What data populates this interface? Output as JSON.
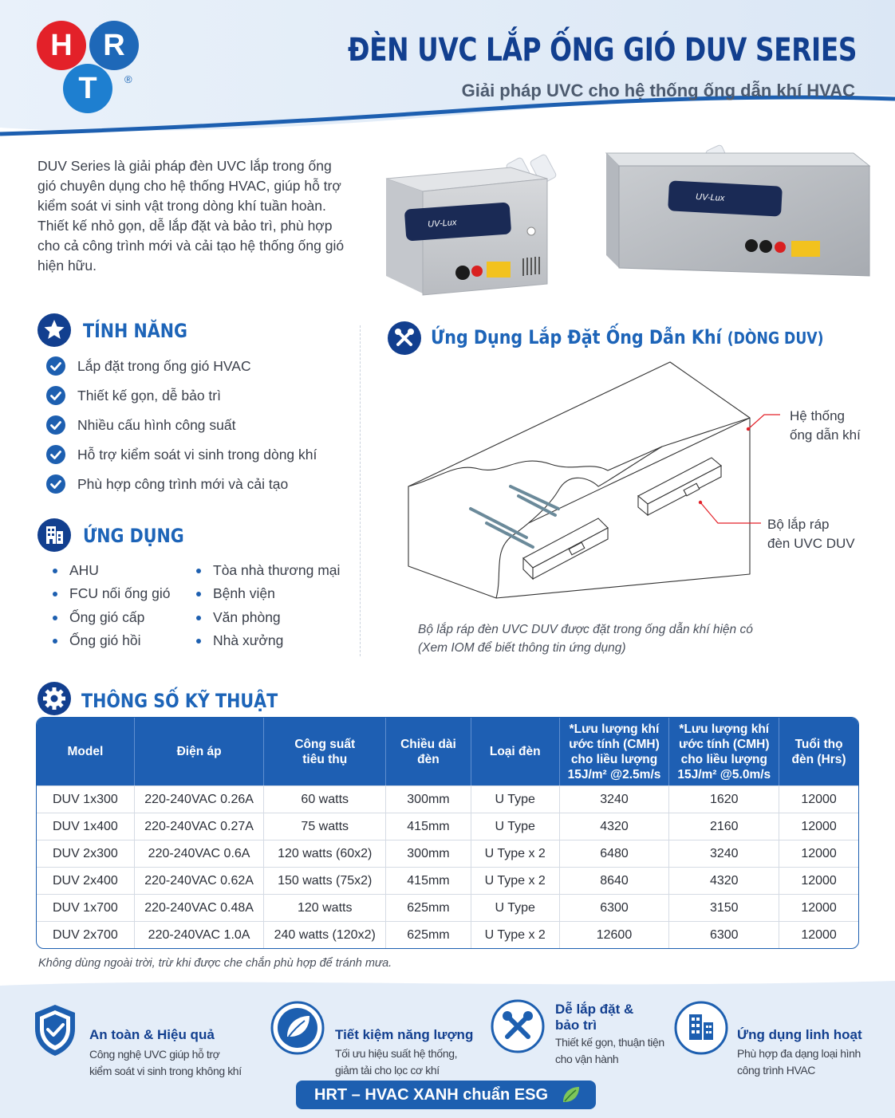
{
  "brand": {
    "letters": [
      "H",
      "R",
      "T"
    ],
    "registered": "®"
  },
  "header": {
    "title": "ĐÈN UVC LẮP ỐNG GIÓ DUV SERIES",
    "subtitle": "Giải pháp UVC cho hệ thống ống dẫn khí HVAC"
  },
  "intro": "DUV Series là giải pháp đèn UVC lắp trong ống gió chuyên dụng cho hệ thống HVAC, giúp hỗ trợ kiểm soát vi sinh vật trong dòng khí tuần hoàn. Thiết kế nhỏ gọn, dễ lắp đặt và bảo trì, phù hợp cho cả công trình mới và cải tạo hệ thống ống gió hiện hữu.",
  "products": {
    "label": "UV-Lux"
  },
  "features": {
    "title": "TÍNH NĂNG",
    "icon": "star-icon",
    "items": [
      "Lắp đặt trong ống gió HVAC",
      "Thiết kế gọn, dễ bảo trì",
      "Nhiều cấu hình công suất",
      "Hỗ trợ kiểm soát vi sinh trong dòng khí",
      "Phù hợp công trình mới và cải tạo"
    ]
  },
  "applications": {
    "title": "ỨNG DỤNG",
    "icon": "building-icon",
    "left": [
      "AHU",
      "FCU nối ống gió",
      "Ống gió cấp",
      "Ống gió hồi"
    ],
    "right": [
      "Tòa nhà thương mại",
      "Bệnh viện",
      "Văn phòng",
      "Nhà xưởng"
    ]
  },
  "diagram": {
    "title": "Ứng Dụng Lắp Đặt Ống Dẫn Khí",
    "title_suffix": "(DÒNG DUV)",
    "icon": "wrench-icon",
    "callout_duct": [
      "Hệ thống",
      "ống dẫn khí"
    ],
    "callout_unit": [
      "Bộ lắp ráp",
      "đèn UVC DUV"
    ],
    "caption": "Bộ lắp ráp đèn UVC DUV được đặt trong ống dẫn khí hiện có (Xem IOM để biết thông tin ứng dụng)"
  },
  "specs": {
    "title": "THÔNG SỐ KỸ THUẬT",
    "icon": "gear-icon",
    "headers": [
      [
        "Model"
      ],
      [
        "Điện áp"
      ],
      [
        "Công suất",
        "tiêu thụ"
      ],
      [
        "Chiều dài",
        "đèn"
      ],
      [
        "Loại đèn"
      ],
      [
        "*Lưu lượng khí",
        "ước tính (CMH)",
        "cho liều lượng",
        "15J/m² @2.5m/s"
      ],
      [
        "*Lưu lượng khí",
        "ước tính (CMH)",
        "cho liều lượng",
        "15J/m² @5.0m/s"
      ],
      [
        "Tuổi thọ",
        "đèn (Hrs)"
      ]
    ],
    "rows": [
      [
        "DUV 1x300",
        "220-240VAC 0.26A",
        "60 watts",
        "300mm",
        "U Type",
        "3240",
        "1620",
        "12000"
      ],
      [
        "DUV 1x400",
        "220-240VAC 0.27A",
        "75 watts",
        "415mm",
        "U Type",
        "4320",
        "2160",
        "12000"
      ],
      [
        "DUV 2x300",
        "220-240VAC 0.6A",
        "120 watts (60x2)",
        "300mm",
        "U Type x 2",
        "6480",
        "3240",
        "12000"
      ],
      [
        "DUV 2x400",
        "220-240VAC 0.62A",
        "150 watts (75x2)",
        "415mm",
        "U Type x 2",
        "8640",
        "4320",
        "12000"
      ],
      [
        "DUV 1x700",
        "220-240VAC 0.48A",
        "120 watts",
        "625mm",
        "U Type",
        "6300",
        "3150",
        "12000"
      ],
      [
        "DUV 2x700",
        "220-240VAC 1.0A",
        "240 watts (120x2)",
        "625mm",
        "U Type x 2",
        "12600",
        "6300",
        "12000"
      ]
    ],
    "note": "Không dùng ngoài trời, trừ khi được che chắn phù hợp để tránh mưa."
  },
  "footer": {
    "items": [
      {
        "title": [
          "An toàn & Hiệu quả"
        ],
        "desc": [
          "Công nghệ UVC giúp hỗ trợ",
          "kiểm soát vi sinh trong không khí"
        ],
        "icon": "shield-check-icon"
      },
      {
        "title": [
          "Tiết kiệm năng lượng"
        ],
        "desc": [
          "Tối ưu hiệu suất hệ thống,",
          "giảm tải cho lọc cơ khí"
        ],
        "icon": "leaf-icon"
      },
      {
        "title": [
          "Dễ lắp đặt &",
          "bảo trì"
        ],
        "desc": [
          "Thiết kế gọn, thuận tiện",
          "cho vận hành"
        ],
        "icon": "tools-icon"
      },
      {
        "title": [
          "Ứng dụng linh hoạt"
        ],
        "desc": [
          "Phù hợp đa dạng loại hình",
          "công trình HVAC"
        ],
        "icon": "buildings-icon"
      }
    ],
    "esg": "HRT – HVAC XANH chuẩn ESG"
  },
  "colors": {
    "navy": "#123f8f",
    "blue": "#1d5fb0",
    "accent_red": "#e32129",
    "light_bg": "#e8f0f9"
  }
}
